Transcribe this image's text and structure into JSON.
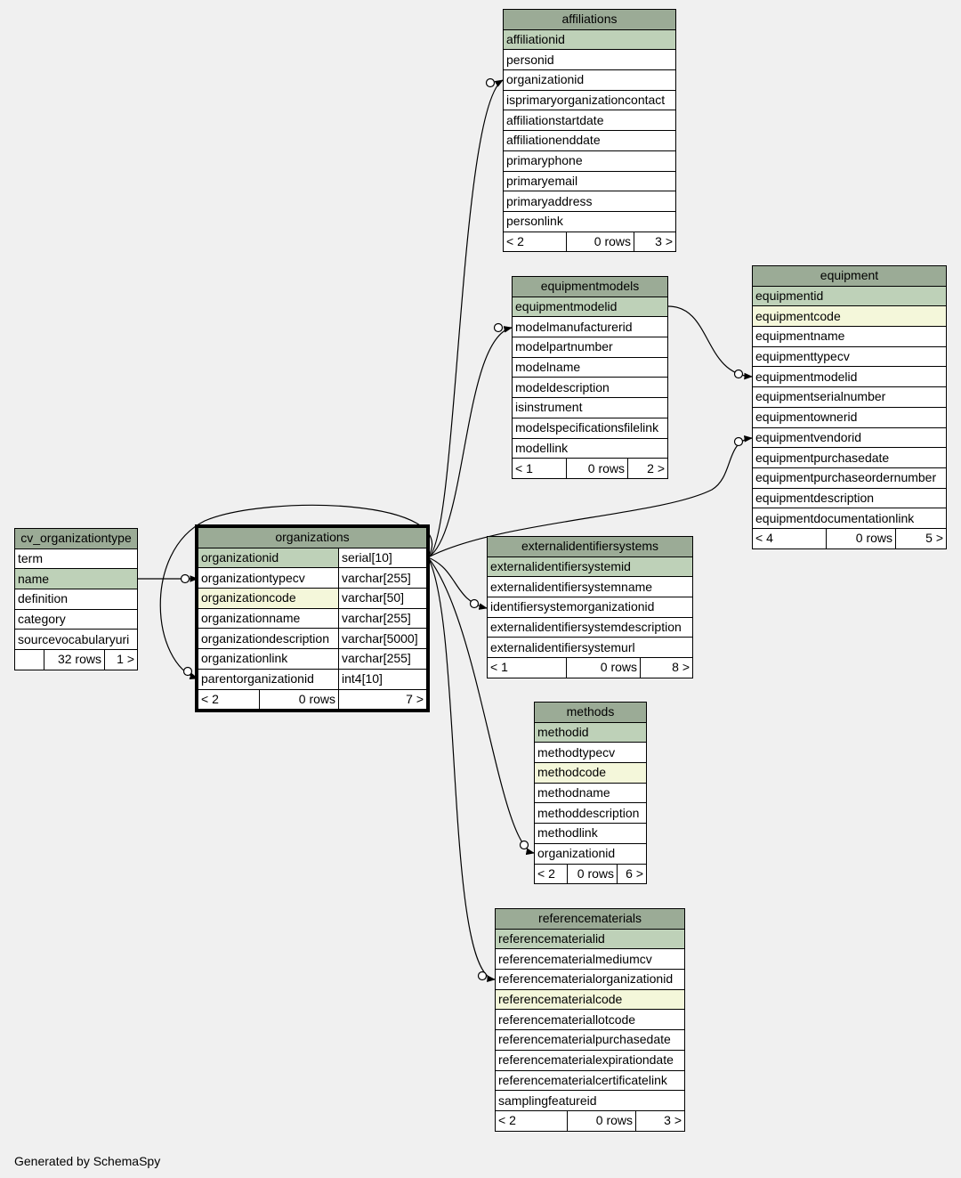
{
  "tables": {
    "affiliations": {
      "title": "affiliations",
      "rows": [
        "affiliationid",
        "personid",
        "organizationid",
        "isprimaryorganizationcontact",
        "affiliationstartdate",
        "affiliationenddate",
        "primaryphone",
        "primaryemail",
        "primaryaddress",
        "personlink"
      ],
      "footer": {
        "parents": "< 2",
        "rows": "0 rows",
        "children": "3 >"
      }
    },
    "equipmentmodels": {
      "title": "equipmentmodels",
      "rows": [
        "equipmentmodelid",
        "modelmanufacturerid",
        "modelpartnumber",
        "modelname",
        "modeldescription",
        "isinstrument",
        "modelspecificationsfilelink",
        "modellink"
      ],
      "footer": {
        "parents": "< 1",
        "rows": "0 rows",
        "children": "2 >"
      }
    },
    "equipment": {
      "title": "equipment",
      "rows": [
        "equipmentid",
        "equipmentcode",
        "equipmentname",
        "equipmenttypecv",
        "equipmentmodelid",
        "equipmentserialnumber",
        "equipmentownerid",
        "equipmentvendorid",
        "equipmentpurchasedate",
        "equipmentpurchaseordernumber",
        "equipmentdescription",
        "equipmentdocumentationlink"
      ],
      "footer": {
        "parents": "< 4",
        "rows": "0 rows",
        "children": "5 >"
      }
    },
    "cv_organizationtype": {
      "title": "cv_organizationtype",
      "rows": [
        "term",
        "name",
        "definition",
        "category",
        "sourcevocabularyuri"
      ],
      "footer": {
        "parents": "",
        "rows": "32 rows",
        "children": "1 >"
      }
    },
    "organizations": {
      "title": "organizations",
      "rows": [
        {
          "name": "organizationid",
          "type": "serial[10]"
        },
        {
          "name": "organizationtypecv",
          "type": "varchar[255]"
        },
        {
          "name": "organizationcode",
          "type": "varchar[50]"
        },
        {
          "name": "organizationname",
          "type": "varchar[255]"
        },
        {
          "name": "organizationdescription",
          "type": "varchar[5000]"
        },
        {
          "name": "organizationlink",
          "type": "varchar[255]"
        },
        {
          "name": "parentorganizationid",
          "type": "int4[10]"
        }
      ],
      "footer": {
        "parents": "< 2",
        "rows": "0 rows",
        "children": "7 >"
      }
    },
    "externalidentifiersystems": {
      "title": "externalidentifiersystems",
      "rows": [
        "externalidentifiersystemid",
        "externalidentifiersystemname",
        "identifiersystemorganizationid",
        "externalidentifiersystemdescription",
        "externalidentifiersystemurl"
      ],
      "footer": {
        "parents": "< 1",
        "rows": "0 rows",
        "children": "8 >"
      }
    },
    "methods": {
      "title": "methods",
      "rows": [
        "methodid",
        "methodtypecv",
        "methodcode",
        "methodname",
        "methoddescription",
        "methodlink",
        "organizationid"
      ],
      "footer": {
        "parents": "< 2",
        "rows": "0 rows",
        "children": "6 >"
      }
    },
    "referencematerials": {
      "title": "referencematerials",
      "rows": [
        "referencematerialid",
        "referencematerialmediumcv",
        "referencematerialorganizationid",
        "referencematerialcode",
        "referencemateriallotcode",
        "referencematerialpurchasedate",
        "referencematerialexpirationdate",
        "referencematerialcertificatelink",
        "samplingfeatureid"
      ],
      "footer": {
        "parents": "< 2",
        "rows": "0 rows",
        "children": "3 >"
      }
    }
  },
  "footer_text": "Generated by SchemaSpy",
  "colors": {
    "background": "#f0f0f0",
    "header": "#9bab96",
    "primary_key": "#bed1b8",
    "indexed": "#f4f7da",
    "body": "#ffffff"
  }
}
